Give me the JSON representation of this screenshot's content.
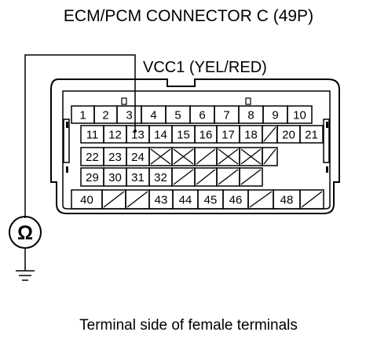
{
  "title": "ECM/PCM CONNECTOR C (49P)",
  "signal_label": "VCC1 (YEL/RED)",
  "caption": "Terminal side of female terminals",
  "meter_symbol": "Ω",
  "probe_pin": "13",
  "connector": {
    "rows": [
      {
        "pins": [
          "1",
          "2",
          "3",
          "4",
          "5",
          "6",
          "7",
          "8",
          "9",
          "10"
        ]
      },
      {
        "pins": [
          "11",
          "12",
          "13",
          "14",
          "15",
          "16",
          "17",
          "18",
          "",
          "20",
          "21"
        ]
      },
      {
        "pins": [
          "22",
          "23",
          "24",
          "",
          "",
          "",
          "",
          "",
          ""
        ]
      },
      {
        "pins": [
          "29",
          "30",
          "31",
          "32",
          "",
          "",
          "",
          ""
        ]
      },
      {
        "pins": [
          "40",
          "",
          "",
          "43",
          "44",
          "45",
          "46",
          "",
          "48",
          ""
        ]
      }
    ]
  },
  "colors": {
    "line": "#000000",
    "background": "#ffffff"
  }
}
